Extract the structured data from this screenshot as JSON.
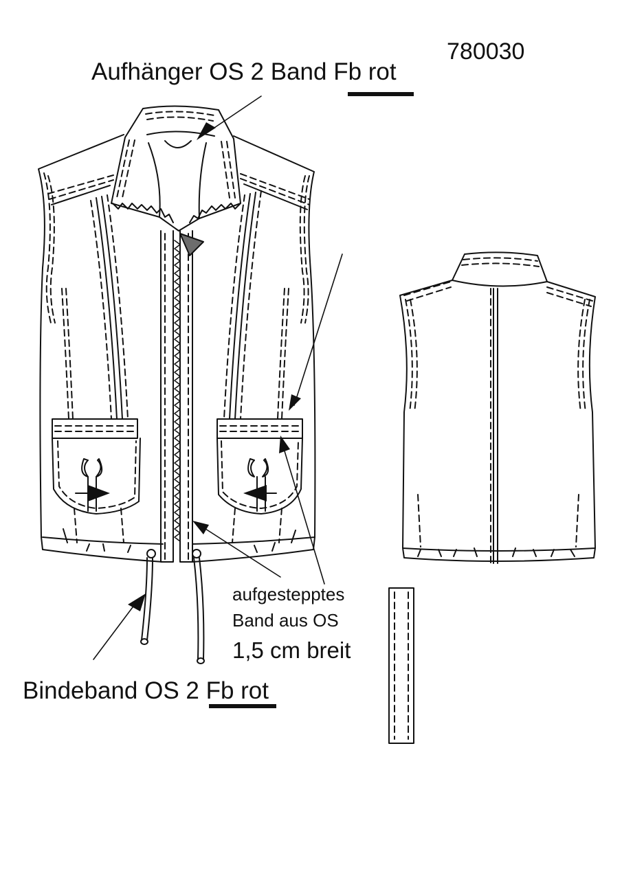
{
  "style_number": "780030",
  "labels": {
    "hanger": "Aufhänger OS 2 Band Fb rot",
    "tape_line1": "aufgestepptes",
    "tape_line2": "Band  aus OS",
    "tape_line3": "1,5 cm breit",
    "drawstring": "Bindeband OS 2 Fb rot"
  },
  "colors": {
    "line": "#111111",
    "background": "#ffffff",
    "accent_fill": "#6d6d6d"
  }
}
